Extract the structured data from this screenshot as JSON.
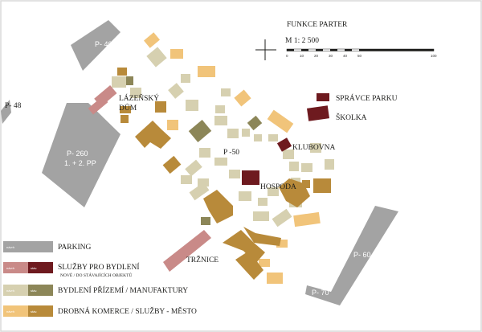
{
  "title": "FUNKCE PARTER",
  "scale": {
    "label": "M 1: 2 500",
    "ticks": [
      "0",
      "10",
      "20",
      "30",
      "40",
      "50",
      "100"
    ]
  },
  "colors": {
    "outline": "#d9d9d9",
    "parking": "#a3a3a3",
    "services_new": "#c98a88",
    "services_existing": "#6e1a1f",
    "housing_new": "#d6d0b0",
    "housing_existing": "#8c8658",
    "commerce_new": "#f1c47a",
    "commerce_existing": "#b88a3a"
  },
  "parking_labels": {
    "p40": "P- 40",
    "p48": "P- 48",
    "p260_a": "P- 260",
    "p260_b": "1. + 2. PP",
    "p50": "P -50",
    "p60": "P- 60",
    "p70": "P- 70"
  },
  "places": {
    "lazne_a": "LÁZEŇSKÝ",
    "lazne_b": "DŮM",
    "spravce": "SPRÁVCE PARKU",
    "skolka": "ŠKOLKA",
    "klubovna": "KLUBOVNA",
    "hospoda": "HOSPODA",
    "trznice": "TRŽNICE"
  },
  "legend": {
    "swatch_new": "návrh",
    "swatch_existing": "stáv.",
    "parking": "PARKING",
    "services": "SLUŽBY PRO BYDLENÍ",
    "services_sub": "NOVÉ / DO STÁVAJÍCÍCH OBJEKTŮ",
    "housing": "BYDLENÍ PŘÍZEMÍ / MANUFAKTURY",
    "commerce": "DROBNÁ KOMERCE / SLUŽBY - MĚSTO"
  }
}
